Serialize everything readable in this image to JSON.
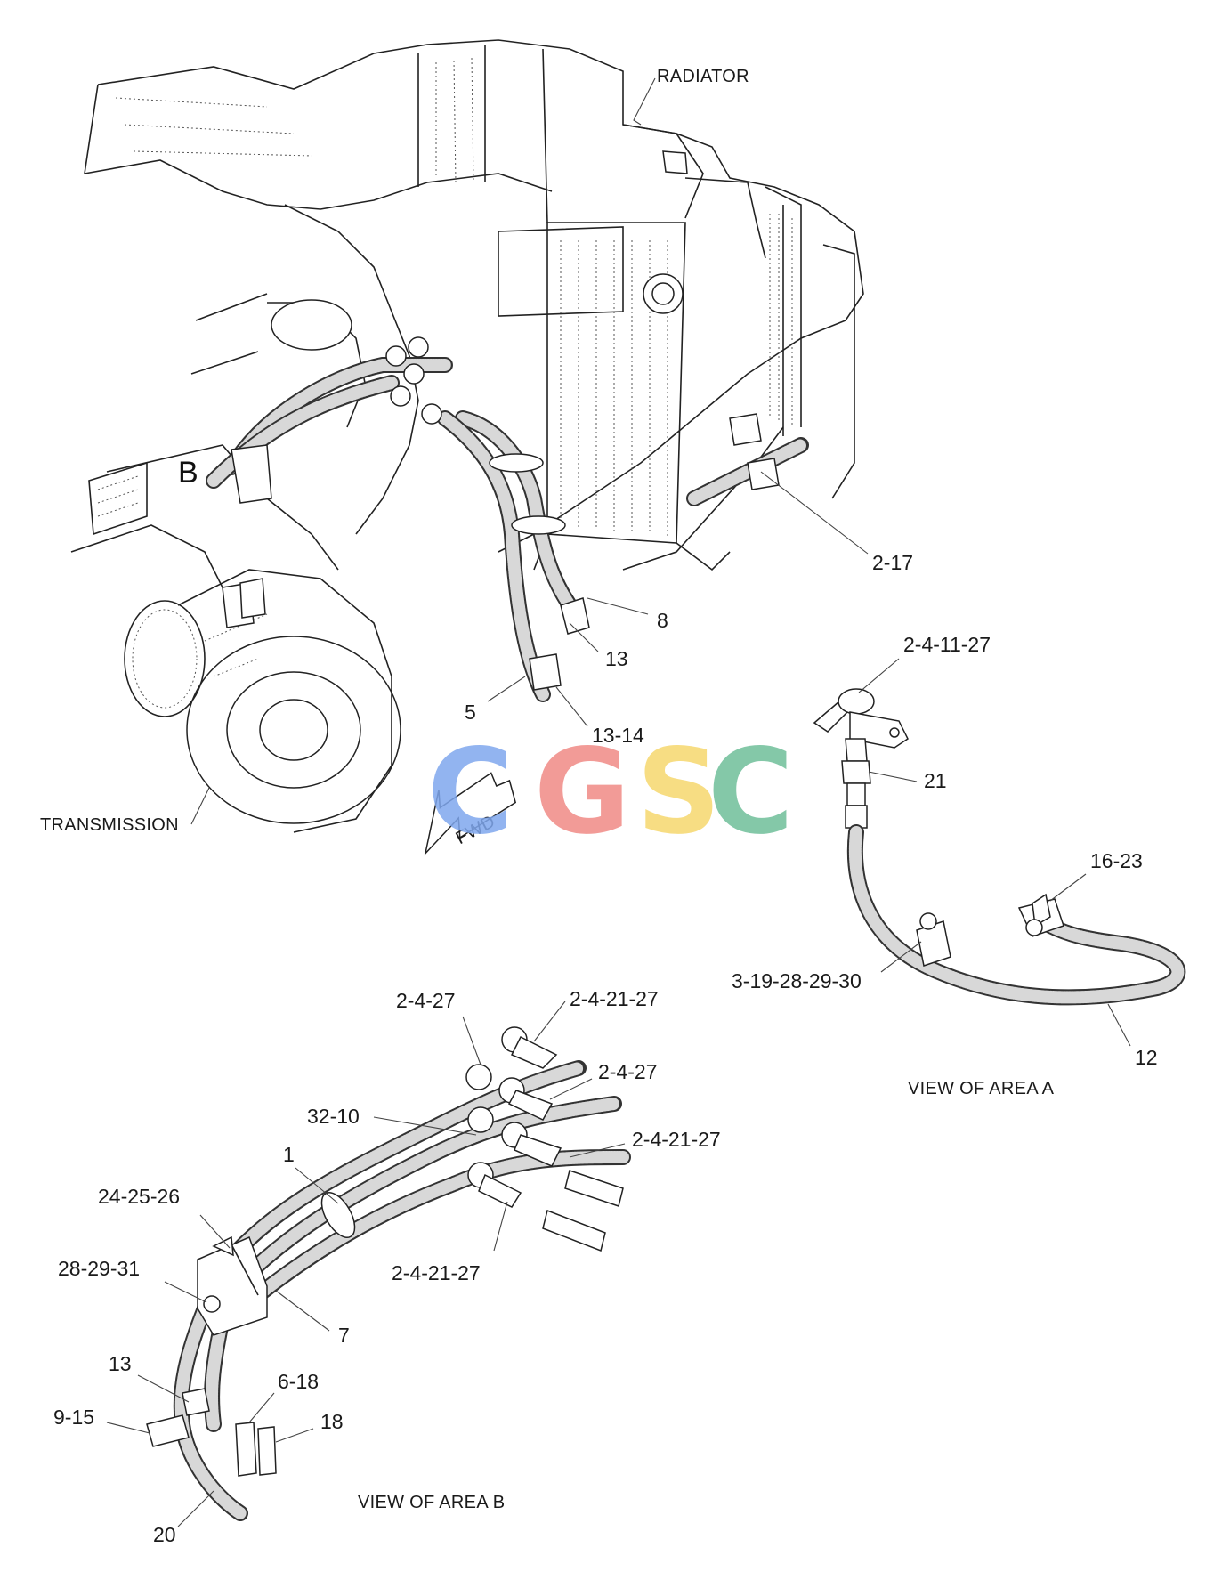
{
  "labels": {
    "radiator": "RADIATOR",
    "transmission": "TRANSMISSION",
    "area_b_marker": "B",
    "fwd": "FWD",
    "view_area_a": "VIEW OF AREA A",
    "view_area_b": "VIEW OF AREA B"
  },
  "callouts_main": [
    "2-17",
    "8",
    "13",
    "5",
    "13-14"
  ],
  "callouts_area_a": [
    "2-4-11-27",
    "21",
    "16-23",
    "3-19-28-29-30",
    "12"
  ],
  "callouts_area_b": [
    "2-4-27",
    "2-4-21-27",
    "2-4-27",
    "32-10",
    "2-4-21-27",
    "1",
    "24-25-26",
    "2-4-21-27",
    "28-29-31",
    "7",
    "13",
    "6-18",
    "9-15",
    "18",
    "20"
  ],
  "watermark": {
    "letters": [
      "C",
      "G",
      "S",
      "C"
    ],
    "colors": [
      "#7fa7ee",
      "#f08a86",
      "#f6d86e",
      "#6fbf9a"
    ]
  }
}
